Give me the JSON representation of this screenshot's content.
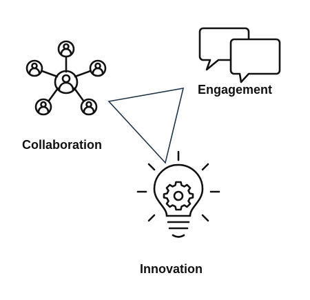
{
  "nodes": {
    "collaboration": {
      "label": "Collaboration",
      "icon": "network-people-icon"
    },
    "engagement": {
      "label": "Engagement",
      "icon": "chat-bubbles-icon"
    },
    "innovation": {
      "label": "Innovation",
      "icon": "lightbulb-gear-icon"
    }
  },
  "colors": {
    "icon_stroke": "#111111",
    "connector_stroke": "#1f3346",
    "background": "#ffffff"
  }
}
